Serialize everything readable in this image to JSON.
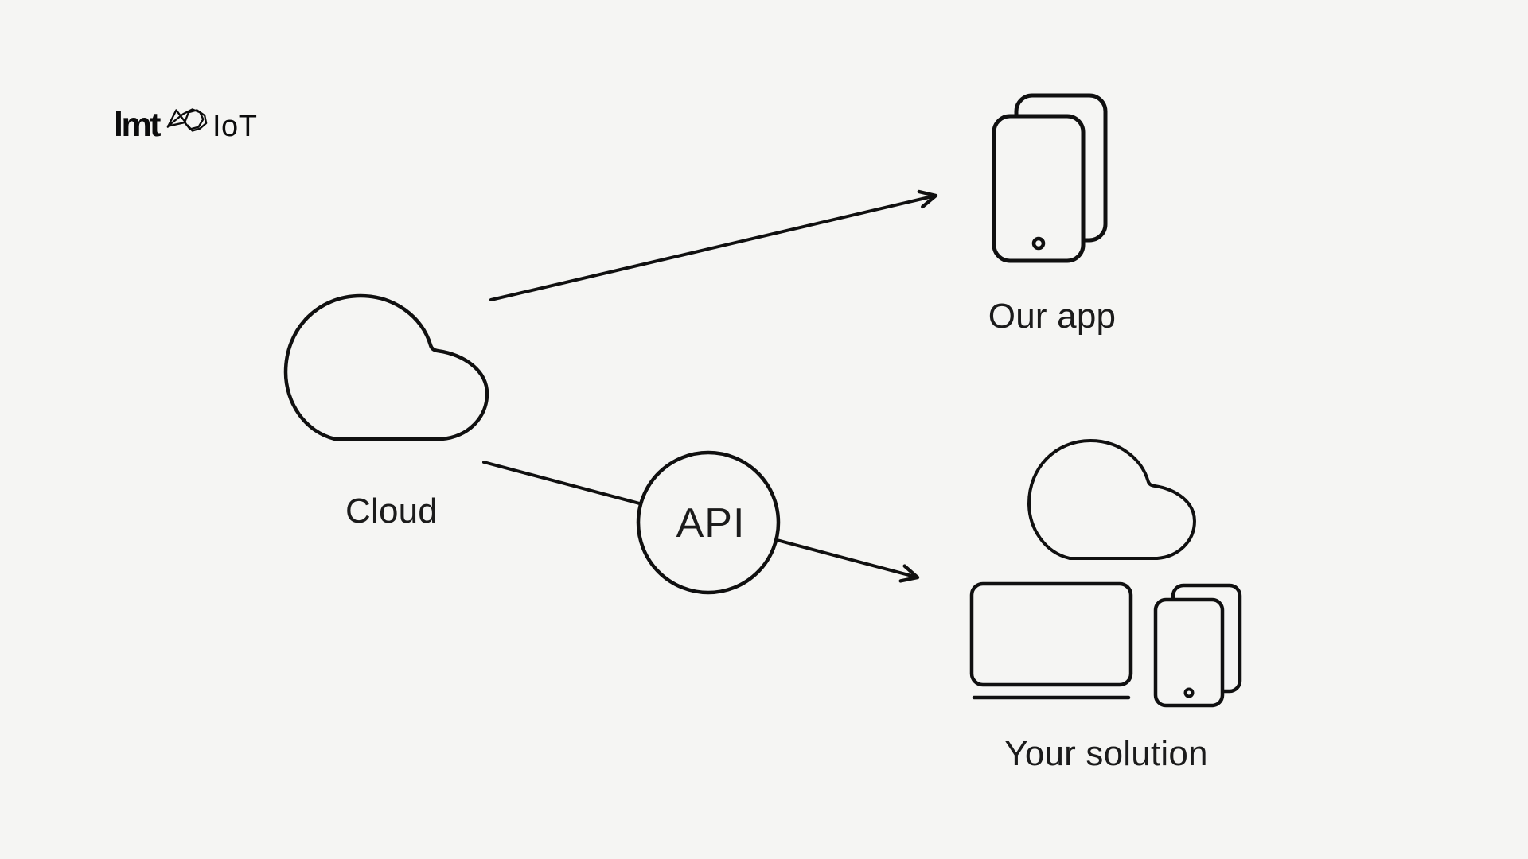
{
  "colors": {
    "background": "#f5f5f3",
    "stroke": "#101010",
    "text": "#1b1b1b"
  },
  "logo": {
    "brand": "lmt",
    "product": "IoT",
    "icon": "scribble-icon"
  },
  "nodes": {
    "cloud": {
      "label": "Cloud",
      "icon": "cloud-icon"
    },
    "api": {
      "label": "API",
      "shape": "circle"
    },
    "our_app": {
      "label": "Our app",
      "icon": "phone-stack-icon"
    },
    "your_solution": {
      "label": "Your solution",
      "icons": [
        "cloud-icon",
        "monitor-icon",
        "phone-stack-icon"
      ]
    }
  },
  "edges": [
    {
      "from": "Cloud",
      "to": "Our app",
      "style": "arrow"
    },
    {
      "from": "Cloud",
      "to": "Your solution",
      "via": "API",
      "style": "arrow"
    }
  ]
}
